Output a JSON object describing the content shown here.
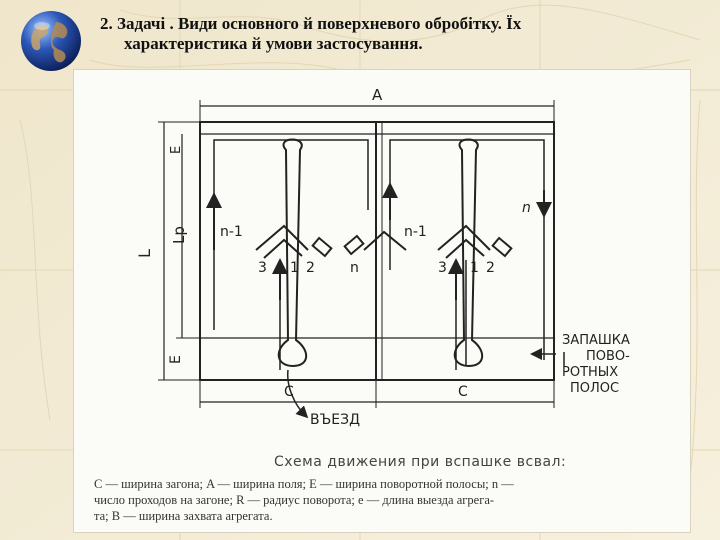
{
  "slide": {
    "title_line1": "2. Задачі . Види основного й поверхневого обробітку. Їх",
    "title_line2": "характеристика й умови застосування."
  },
  "diagram": {
    "label_A": "A",
    "label_E_top": "E",
    "label_Lp": "Lp",
    "label_L": "L",
    "label_E_bottom": "E",
    "label_n1_left": "n-1",
    "label_n1_right": "n-1",
    "label_n_right": "n",
    "label_n_mid": "n",
    "label_3_left": "3",
    "label_1_left": "1",
    "label_2_left": "2",
    "label_3_right": "3",
    "label_1_right": "1",
    "label_2_right": "2",
    "label_C_left": "C",
    "label_C_right": "C",
    "label_entry": "ВЪЕЗД",
    "label_plow_1": "ЗАПАШКА",
    "label_plow_2": "ПОВО-",
    "label_plow_3": "РОТНЫХ",
    "label_plow_4": "ПОЛОС"
  },
  "caption": {
    "title": "Схема движения при вспашке всвал:",
    "line1": "C — ширина загона; A — ширина поля; E — ширина поворотной полосы; n —",
    "line2": "число проходов на загоне; R — радиус поворота; e — длина выезда агрега-",
    "line3": "та; B — ширина захвата агрегата."
  }
}
